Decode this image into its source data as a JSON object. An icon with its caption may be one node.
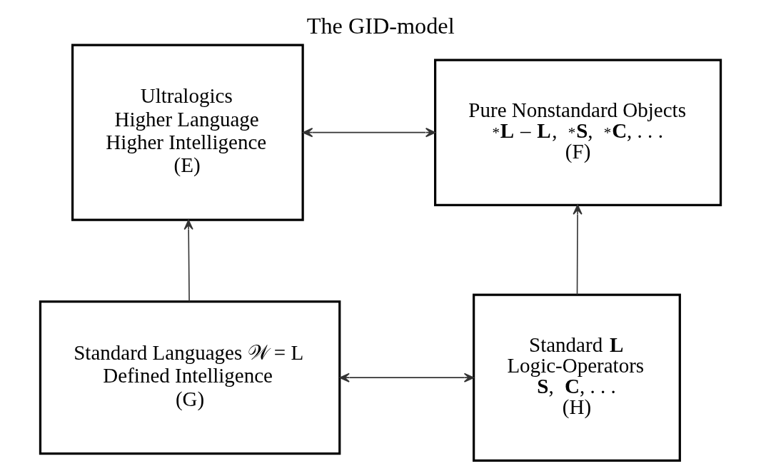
{
  "diagram": {
    "title": "The GID-model",
    "nodes": [
      {
        "text": [
          "Ultralogics",
          "Higher Language",
          "Higher Intelligence",
          "(E)"
        ]
      },
      {
        "text": [
          "Pure Nonstandard Objects",
          "$^{*}$**L** – **L**,  $^{*}$**S**,  $^{*}$**C**, . . .",
          "(F)"
        ]
      },
      {
        "text": [
          "Standard Languages 𝒲 = L",
          "Defined Intelligence",
          "(G)"
        ]
      },
      {
        "text": [
          "Standard **L**",
          "Logic-Operators",
          "**S**,  **C**, . . .",
          "(H)"
        ]
      }
    ],
    "edges": [
      {
        "from": 0,
        "to": 1,
        "arrow": "both"
      },
      {
        "from": 2,
        "to": 0,
        "arrow": "to"
      },
      {
        "from": 3,
        "to": 1,
        "arrow": "to"
      },
      {
        "from": 2,
        "to": 3,
        "arrow": "both"
      }
    ]
  }
}
